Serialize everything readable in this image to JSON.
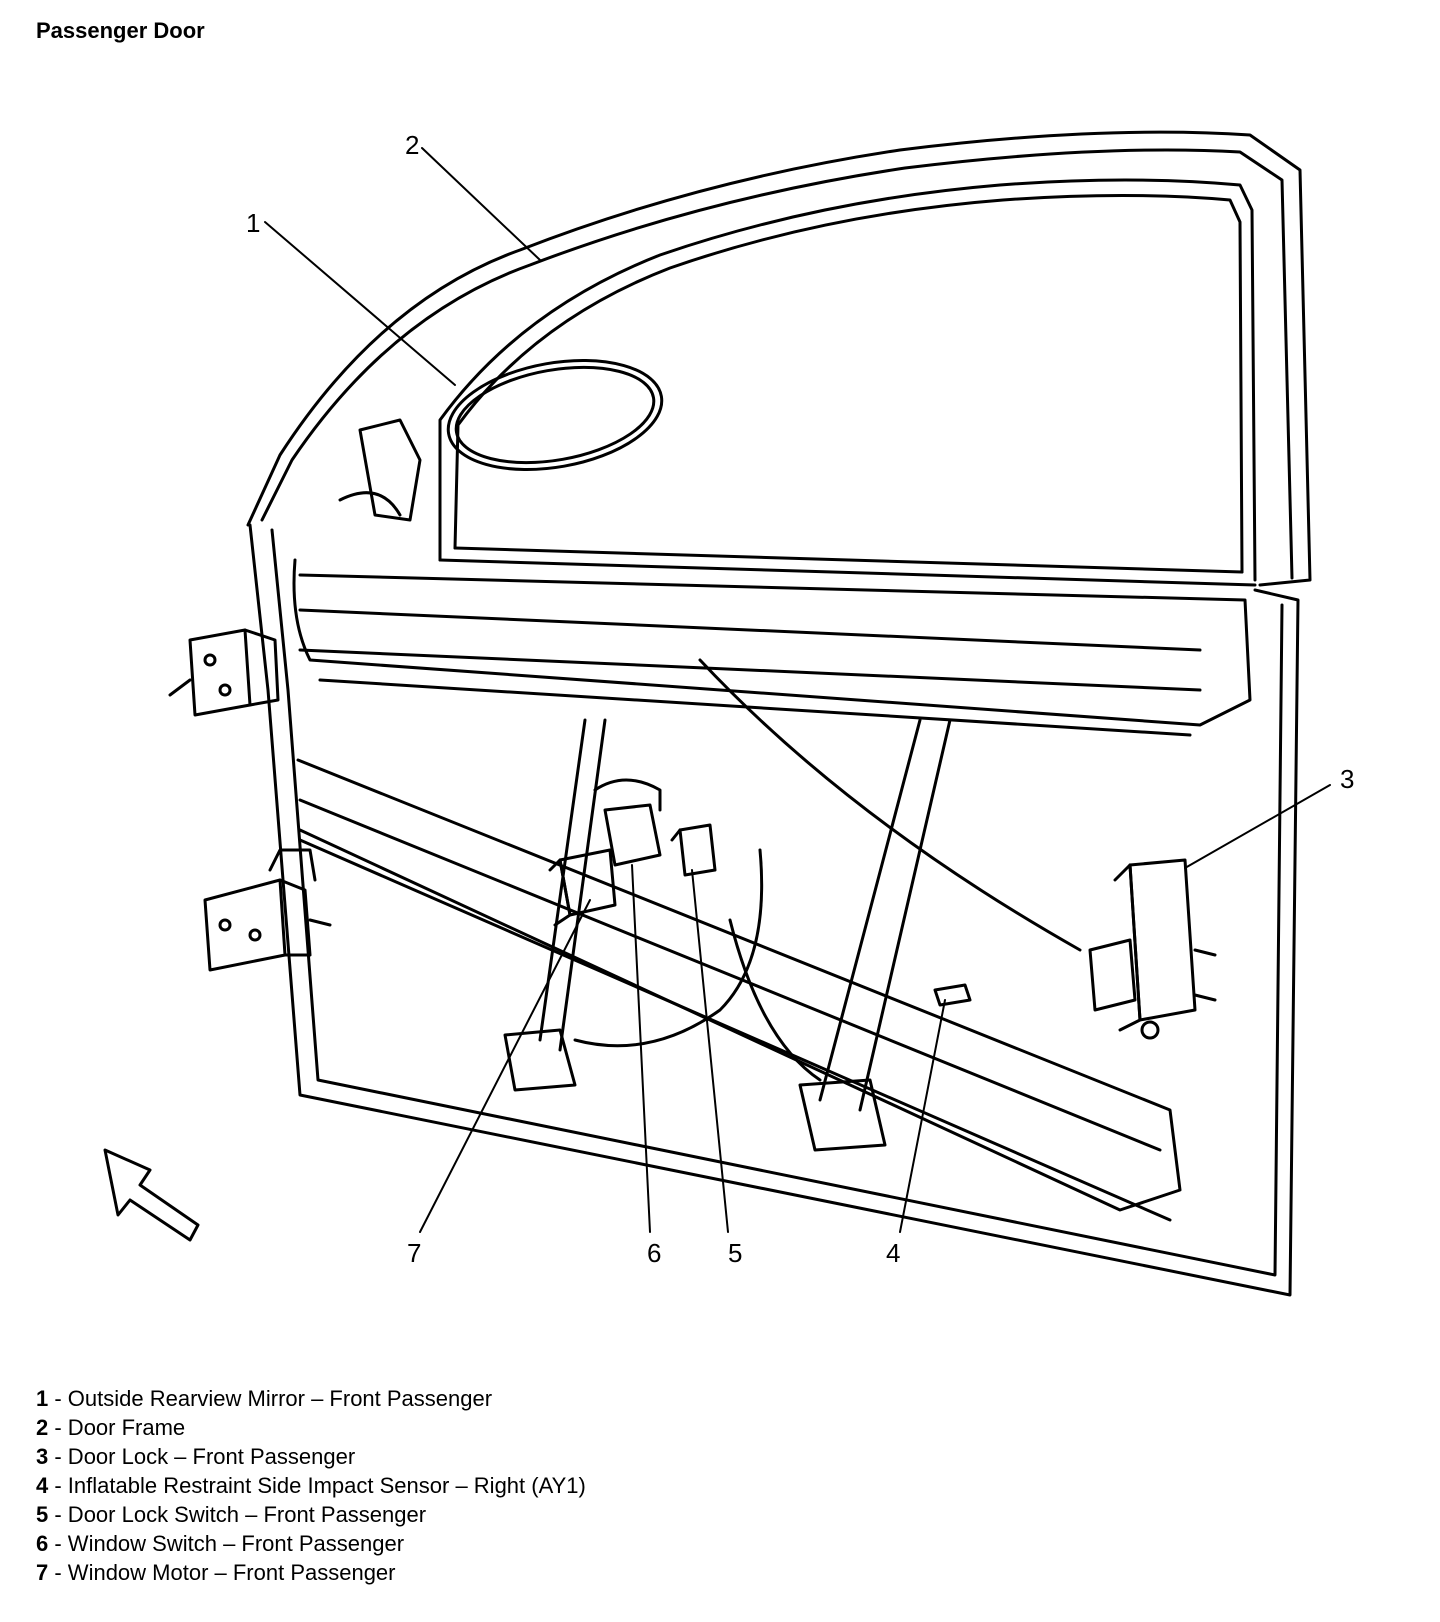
{
  "title": "Passenger Door",
  "callouts": [
    "1",
    "2",
    "3",
    "4",
    "5",
    "6",
    "7"
  ],
  "legend": [
    {
      "num": "1",
      "text": " - Outside Rearview Mirror – Front Passenger"
    },
    {
      "num": "2",
      "text": " - Door Frame"
    },
    {
      "num": "3",
      "text": " - Door Lock – Front Passenger"
    },
    {
      "num": "4",
      "text": " - Inflatable Restraint Side Impact Sensor – Right (AY1)"
    },
    {
      "num": "5",
      "text": " - Door Lock Switch – Front Passenger"
    },
    {
      "num": "6",
      "text": " - Window Switch – Front Passenger"
    },
    {
      "num": "7",
      "text": " - Window Motor – Front Passenger"
    }
  ]
}
